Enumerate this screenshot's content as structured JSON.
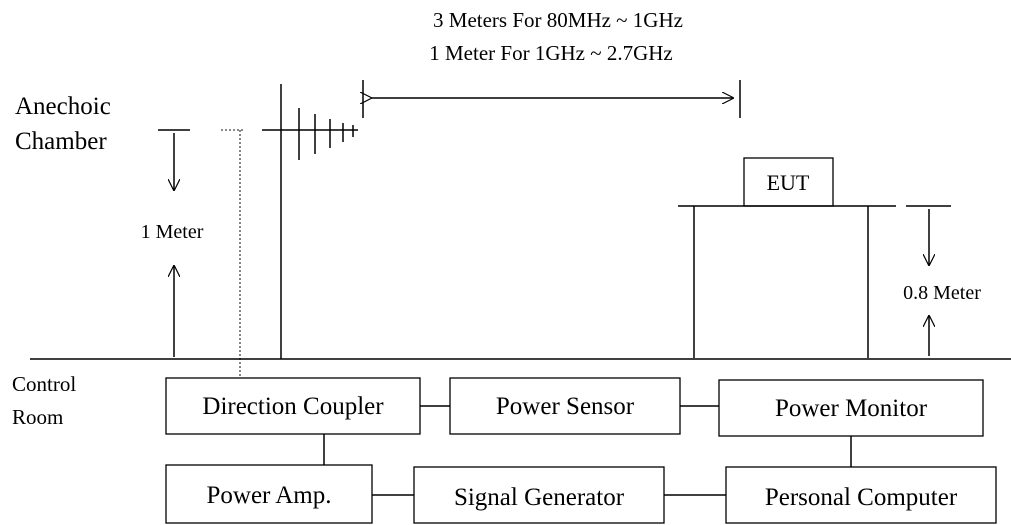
{
  "distance_note": {
    "line1": "3 Meters For 80MHz ~ 1GHz",
    "line2": "1 Meter For 1GHz ~ 2.7GHz"
  },
  "anechoic_label": {
    "line1": "Anechoic",
    "line2": "Chamber"
  },
  "control_label": {
    "line1": "Control",
    "line2": "Room"
  },
  "antenna_height_label": "1 Meter",
  "table_height_label": "0.8 Meter",
  "eut_label": "EUT",
  "equipment": {
    "direction_coupler": "Direction Coupler",
    "power_sensor": "Power Sensor",
    "power_monitor": "Power Monitor",
    "power_amp": "Power Amp.",
    "signal_generator": "Signal Generator",
    "personal_computer": "Personal Computer"
  }
}
